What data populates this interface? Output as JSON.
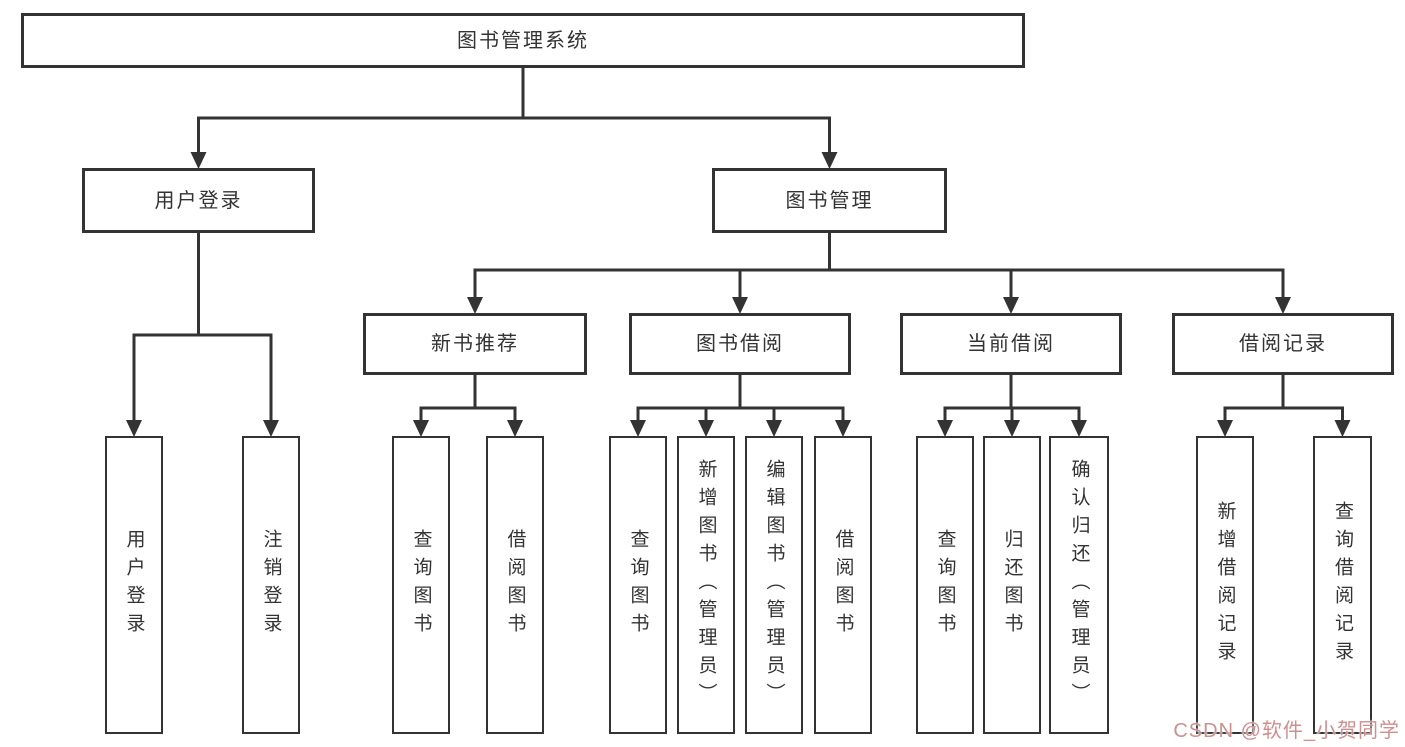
{
  "diagram": {
    "title": "图书管理系统",
    "nodes": [
      {
        "id": "root",
        "label": "图书管理系统",
        "level": 1,
        "parent": null
      },
      {
        "id": "user-login",
        "label": "用户登录",
        "level": 2,
        "parent": "root"
      },
      {
        "id": "book-mgmt",
        "label": "图书管理",
        "level": 2,
        "parent": "root"
      },
      {
        "id": "new-book-rec",
        "label": "新书推荐",
        "level": 3,
        "parent": "book-mgmt"
      },
      {
        "id": "book-borrow",
        "label": "图书借阅",
        "level": 3,
        "parent": "book-mgmt"
      },
      {
        "id": "current-borrow",
        "label": "当前借阅",
        "level": 3,
        "parent": "book-mgmt"
      },
      {
        "id": "borrow-records",
        "label": "借阅记录",
        "level": 3,
        "parent": "book-mgmt"
      },
      {
        "id": "leaf-user-login",
        "label": "用户登录",
        "level": 4,
        "parent": "user-login"
      },
      {
        "id": "leaf-logout",
        "label": "注销登录",
        "level": 4,
        "parent": "user-login"
      },
      {
        "id": "leaf-nb-query",
        "label": "查询图书",
        "level": 4,
        "parent": "new-book-rec"
      },
      {
        "id": "leaf-nb-borrow",
        "label": "借阅图书",
        "level": 4,
        "parent": "new-book-rec"
      },
      {
        "id": "leaf-bb-query",
        "label": "查询图书",
        "level": 4,
        "parent": "book-borrow"
      },
      {
        "id": "leaf-bb-add",
        "label": "新增图书（管理员）",
        "level": 4,
        "parent": "book-borrow"
      },
      {
        "id": "leaf-bb-edit",
        "label": "编辑图书（管理员）",
        "level": 4,
        "parent": "book-borrow"
      },
      {
        "id": "leaf-bb-borrow",
        "label": "借阅图书",
        "level": 4,
        "parent": "book-borrow"
      },
      {
        "id": "leaf-cb-query",
        "label": "查询图书",
        "level": 4,
        "parent": "current-borrow"
      },
      {
        "id": "leaf-cb-return",
        "label": "归还图书",
        "level": 4,
        "parent": "current-borrow"
      },
      {
        "id": "leaf-cb-confirm",
        "label": "确认归还（管理员）",
        "level": 4,
        "parent": "current-borrow"
      },
      {
        "id": "leaf-br-add",
        "label": "新增借阅记录",
        "level": 4,
        "parent": "borrow-records"
      },
      {
        "id": "leaf-br-query",
        "label": "查询借阅记录",
        "level": 4,
        "parent": "borrow-records"
      }
    ]
  },
  "watermark": {
    "text": "CSDN @软件_小贺同学"
  },
  "colors": {
    "line": "#333333",
    "box_border": "#333333",
    "text": "#333333",
    "watermark": "#cf8f8f",
    "background": "#ffffff"
  }
}
